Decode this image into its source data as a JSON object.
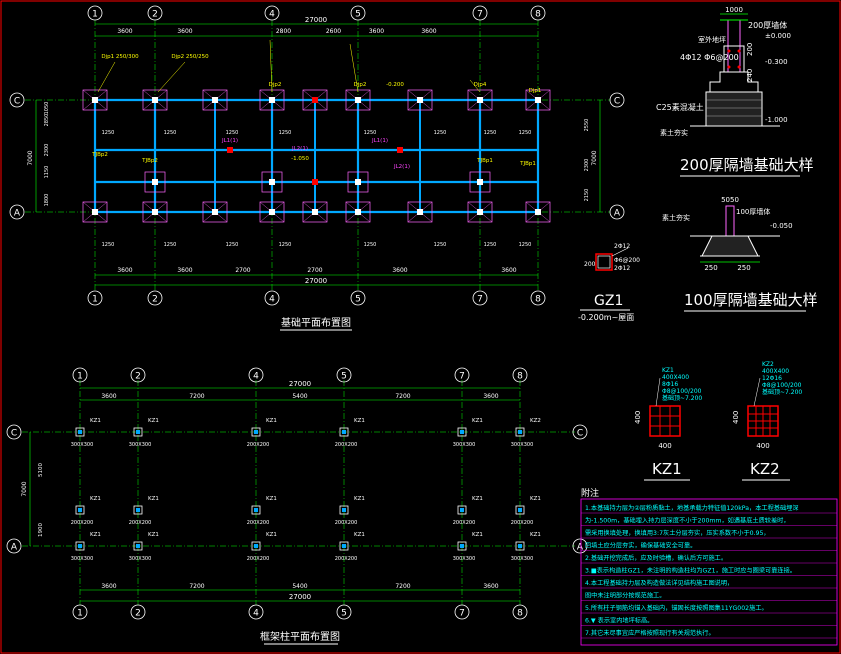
{
  "colors": {
    "background": "#000000",
    "border": "#ff0000",
    "dim": "#00ff00",
    "axis": "#ffffff",
    "beam": "#00a8ff",
    "footing": "#ff66ff",
    "label_yellow": "#ffff00",
    "label_magenta": "#ff44ff",
    "note_frame": "#ff00ff",
    "note_text": "#00ffff",
    "rebar": "#ff0000"
  },
  "top_plan": {
    "title": "基础平面布置图",
    "axes_cols": [
      "1",
      "2",
      "4",
      "5",
      "7",
      "8"
    ],
    "axes_rows": [
      "C",
      "A"
    ],
    "dims_top": [
      "3600",
      "3600",
      "2800",
      "2600",
      "3600",
      "3600"
    ],
    "dims_bottom": [
      "3600",
      "3600",
      "2700",
      "2700",
      "3600",
      "3600"
    ],
    "overall": "27000",
    "left_dims": [
      "2850",
      "1050",
      "2300",
      "1150",
      "1800"
    ],
    "left_total": "7000",
    "right_dims": [
      "2550",
      "2300",
      "2150"
    ],
    "right_total": "7000",
    "callouts": [
      "Djp1 250/300",
      "Djp2 250/250",
      "Djp2",
      "Djp2",
      "Djp4",
      "Djp1",
      "JL1(1)",
      "JL2(1)",
      "JL1(1)",
      "JL2(1)",
      "TJBp2",
      "TJBp2",
      "TJBp1",
      "TJBp1"
    ],
    "footing_dims": [
      "1250",
      "1250",
      "1250",
      "1250",
      "1250",
      "1250",
      "1250",
      "1250"
    ],
    "elev_notes": [
      "-1.050",
      "-0.200"
    ]
  },
  "wall_200": {
    "title": "200厚隔墙基础大样",
    "labels": [
      "200厚墙体",
      "室外地坪",
      "4Φ12 Φ6@200",
      "C25素混凝土",
      "素土夯实"
    ],
    "dims": [
      "1000",
      "200",
      "240"
    ],
    "elevs": [
      "±0.000",
      "-0.300",
      "-1.000"
    ]
  },
  "wall_100": {
    "title": "100厚隔墙基础大样",
    "labels": [
      "100厚墙体",
      "素土夯实"
    ],
    "dims": [
      "5050",
      "250",
      "250"
    ],
    "elevs": [
      "-0.050"
    ]
  },
  "gz1": {
    "title": "GZ1",
    "sub": "-0.200m~屋面",
    "labels": [
      "2Φ12",
      "Φ6@200",
      "2Φ12"
    ],
    "dim": "200"
  },
  "col_plan": {
    "title": "框架柱平面布置图",
    "axes_cols": [
      "1",
      "2",
      "4",
      "5",
      "7",
      "8"
    ],
    "axes_rows": [
      "C",
      "A"
    ],
    "dims_top": [
      "3600",
      "7200",
      "5400",
      "7200",
      "3600"
    ],
    "dims_bottom": [
      "3600",
      "7200",
      "5400",
      "7200",
      "3600"
    ],
    "overall": "27000",
    "left_dims": [
      "5100",
      "1900"
    ],
    "left_total": "7000",
    "kz_label": "KZ1",
    "kz_label2": "KZ2",
    "size_a": "300X300",
    "size_b": "200X200"
  },
  "kz1": {
    "title": "KZ1",
    "dim": "400",
    "labels": [
      "KZ1",
      "400X400",
      "8Φ16",
      "Φ8@100/200",
      "基础顶~7.200"
    ]
  },
  "kz2": {
    "title": "KZ2",
    "dim": "400",
    "labels": [
      "KZ2",
      "400X400",
      "12Φ16",
      "Φ8@100/200",
      "基础顶~7.200"
    ]
  },
  "notes": {
    "header": "附注",
    "items": [
      "1.本基础持力层为②层粉质黏土，地基承载力特征值120kPa，本工程基础埋深",
      "  为-1.500m，基础埋入持力层深度不小于200mm，如遇基底土质较差时，",
      "  需采用换填处理，换填用3:7灰土分层夯实，压实系数不小于0.95，",
      "  回填土应分层夯实，确保基础安全可靠。",
      "2.基础开挖完成后，应及时验槽，确认后方可施工。",
      "3.■表示构造柱GZ1，未注明的构造柱均为GZ1，施工时应与圈梁可靠连接。",
      "4.本工程基础持力层及构造做法详见结构施工图说明，",
      "  图中未注明部分按规范施工。",
      "5.所有柱子钢筋均锚入基础内，锚固长度按照图集11YG002施工。",
      "6.▼ 表示室内地坪标高。",
      "7.其它未尽事宜应严格按照现行有关规范执行。"
    ]
  }
}
